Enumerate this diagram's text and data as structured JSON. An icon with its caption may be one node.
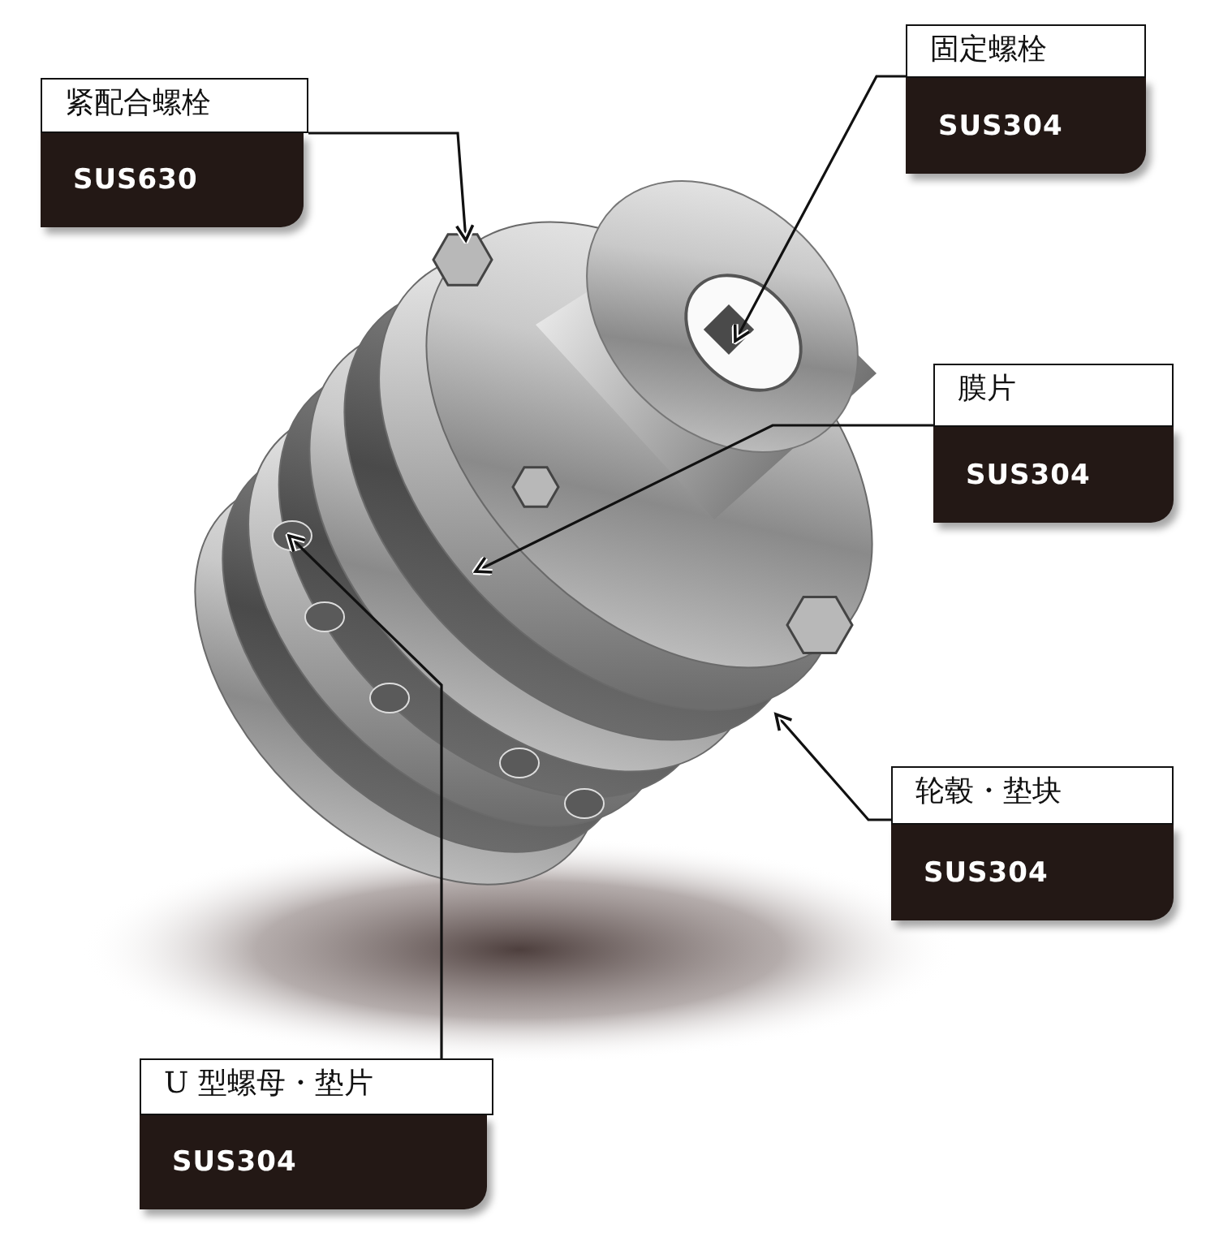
{
  "diagram": {
    "nodes": [
      {
        "text": [
          "紧配合螺栓",
          "SUS630"
        ]
      },
      {
        "text": [
          "固定螺栓",
          "SUS304"
        ]
      },
      {
        "text": [
          "膜片",
          "SUS304"
        ]
      },
      {
        "text": [
          "轮毂・垫块",
          "SUS304"
        ]
      },
      {
        "text": [
          "U 型螺母・垫片",
          "SUS304"
        ]
      }
    ],
    "edges": [
      {
        "from": 0,
        "to": null,
        "arrow": "to"
      },
      {
        "from": 1,
        "to": null,
        "arrow": "to"
      },
      {
        "from": 2,
        "to": null,
        "arrow": "to"
      },
      {
        "from": 3,
        "to": null,
        "arrow": "to"
      },
      {
        "from": 4,
        "to": null,
        "arrow": "to"
      }
    ]
  }
}
